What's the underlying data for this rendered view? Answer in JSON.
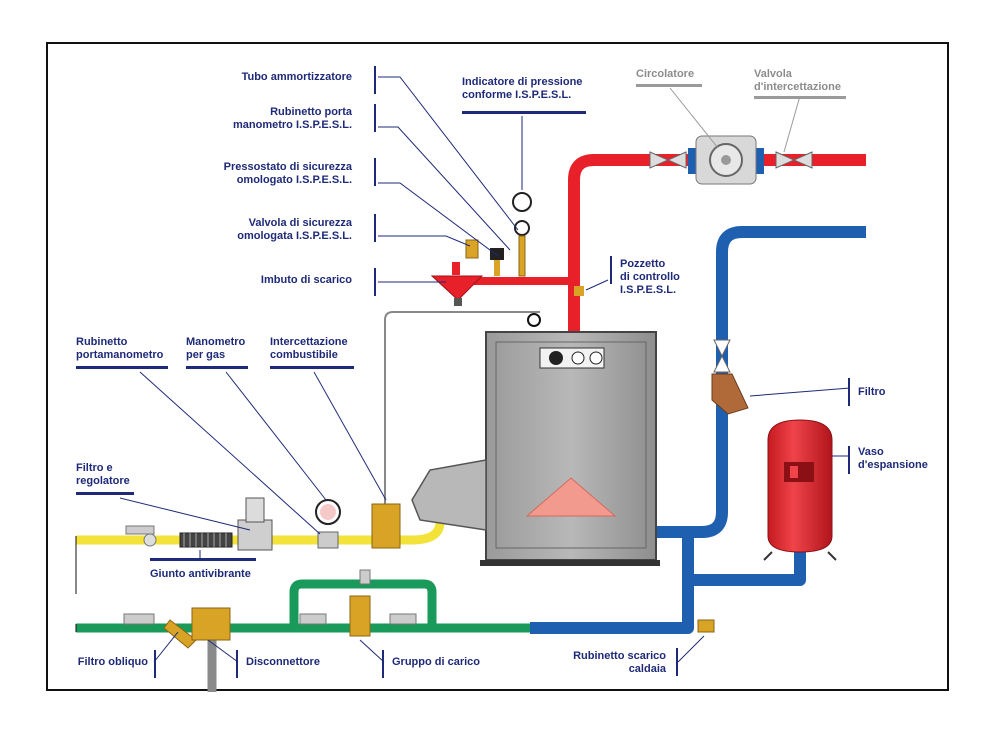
{
  "labels": {
    "tubo_ammortizzatore": "Tubo ammortizzatore",
    "rubinetto_porta_manometro_1": "Rubinetto porta",
    "rubinetto_porta_manometro_2": "manometro I.S.P.E.S.L.",
    "pressostato_1": "Pressostato di sicurezza",
    "pressostato_2": "omologato I.S.P.E.S.L.",
    "valvola_sicurezza_1": "Valvola di sicurezza",
    "valvola_sicurezza_2": "omologata I.S.P.E.S.L.",
    "imbuto_scarico": "Imbuto di scarico",
    "indicatore_pressione_1": "Indicatore di pressione",
    "indicatore_pressione_2": "conforme I.S.P.E.S.L.",
    "circolatore": "Circolatore",
    "valvola_intercettazione_1": "Valvola",
    "valvola_intercettazione_2": "d'intercettazione",
    "pozzetto_1": "Pozzetto",
    "pozzetto_2": "di controllo",
    "pozzetto_3": "I.S.P.E.S.L.",
    "rubinetto_portamanometro_1": "Rubinetto",
    "rubinetto_portamanometro_2": "portamanometro",
    "manometro_gas_1": "Manometro",
    "manometro_gas_2": "per gas",
    "intercettazione_combustibile_1": "Intercettazione",
    "intercettazione_combustibile_2": "combustibile",
    "filtro_regolatore_1": "Filtro e",
    "filtro_regolatore_2": "regolatore",
    "giunto_antivibrante": "Giunto antivibrante",
    "filtro": "Filtro",
    "vaso_espansione_1": "Vaso",
    "vaso_espansione_2": "d'espansione",
    "filtro_obliquo": "Filtro obliquo",
    "disconnettore": "Disconnettore",
    "gruppo_di_carico": "Gruppo di carico",
    "rubinetto_scarico_1": "Rubinetto scarico",
    "rubinetto_scarico_2": "caldaia"
  },
  "colors": {
    "hot_pipe": "#e8202a",
    "cold_pipe": "#1f5fb0",
    "gas_pipe": "#f3e23a",
    "water_pipe": "#1a9a5a",
    "label_text": "#1e2a78",
    "gray_label": "#8c8c8c",
    "boiler": "#a7a7a7",
    "flame": "#f29a8e",
    "brass": "#d9a326"
  }
}
